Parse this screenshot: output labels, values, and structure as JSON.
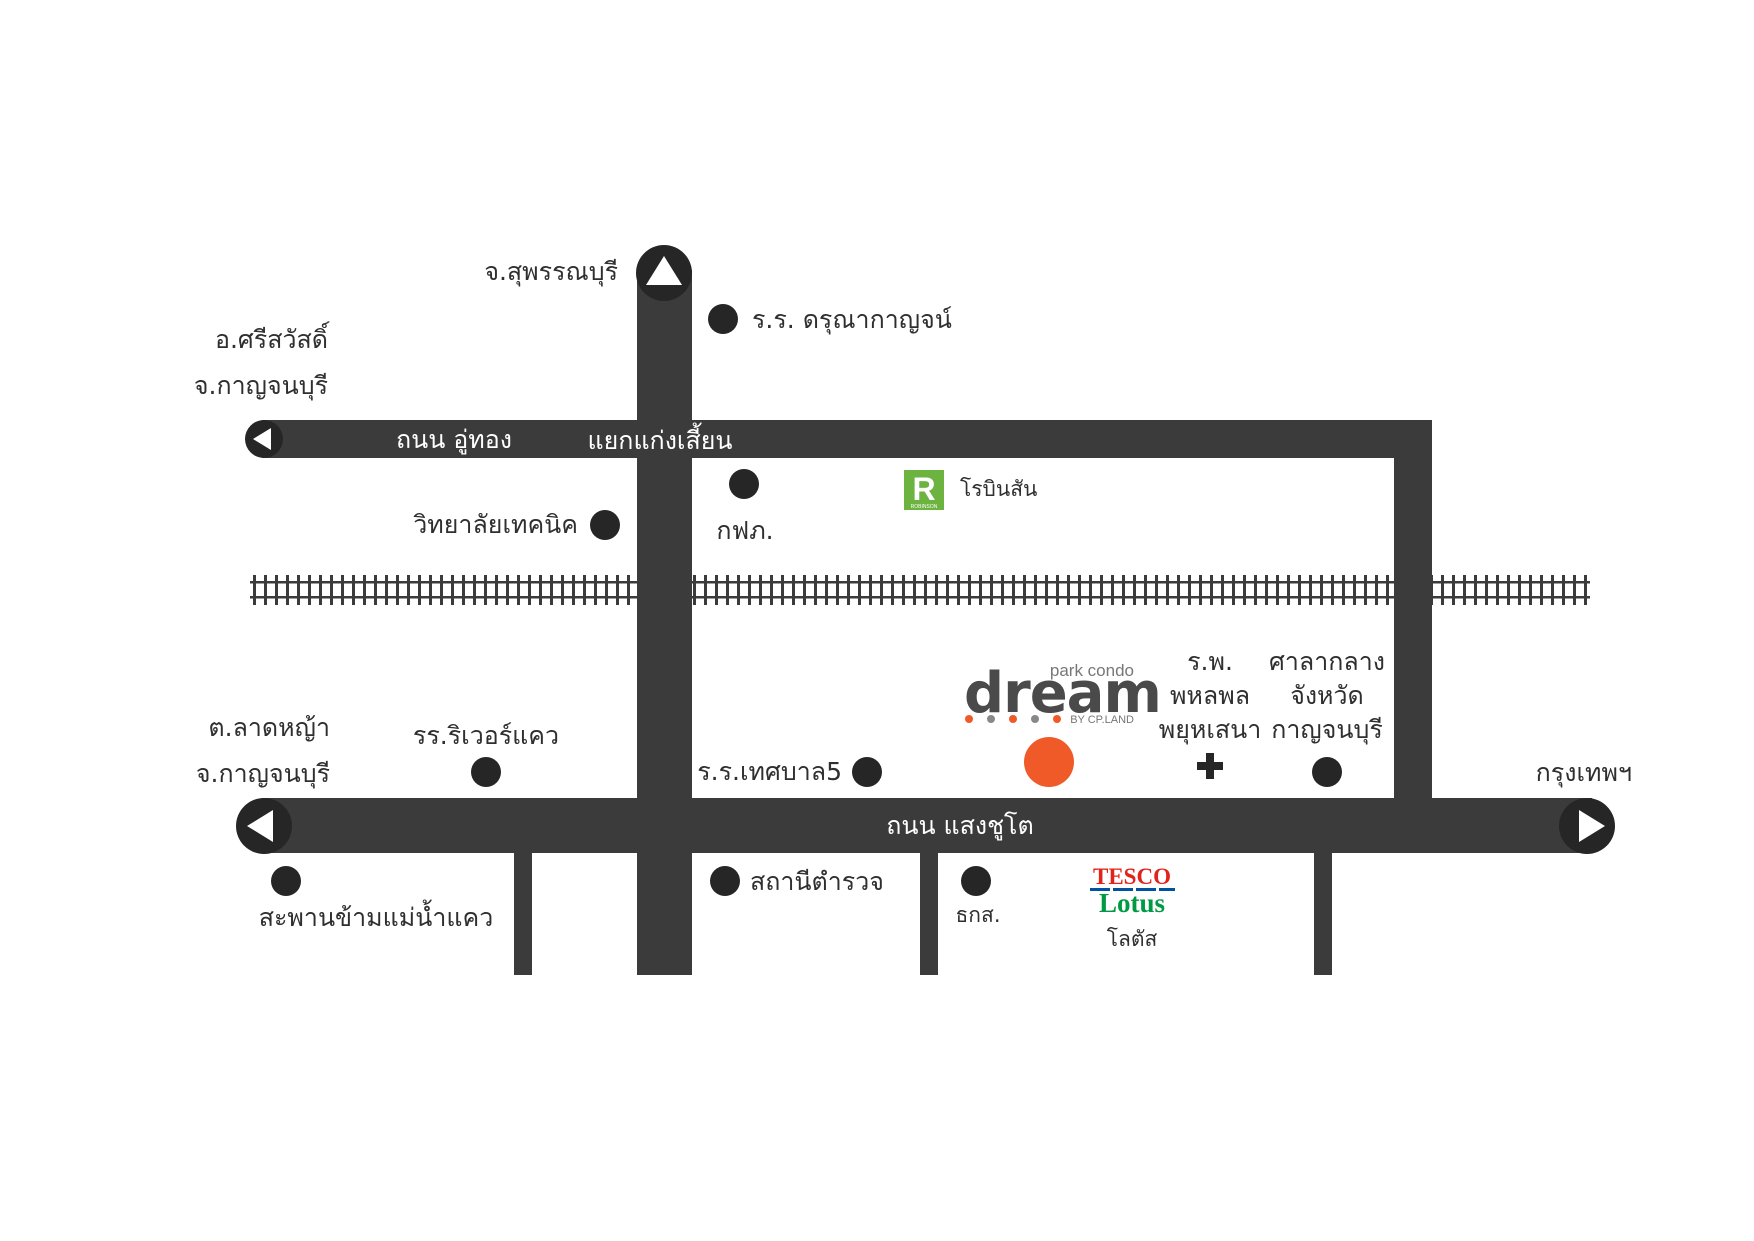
{
  "roads": {
    "u_thong": "ถนน อู่ทอง",
    "saeng_chuto": "ถนน แสงชูโต",
    "junction": "แยกแก่งเสี้ยน"
  },
  "destinations": {
    "north": "จ.สุพรรณบุรี",
    "west_upper_line1": "อ.ศรีสวัสดิ์",
    "west_upper_line2": "จ.กาญจนบุรี",
    "west_lower_line1": "ต.ลาดหญ้า",
    "west_lower_line2": "จ.กาญจนบุรี",
    "east": "กรุงเทพฯ"
  },
  "places": {
    "darunakanchana_school": "ร.ร. ดรุณากาญจน์",
    "technical_college": "วิทยาลัยเทคนิค",
    "pea": "กฟภ.",
    "robinson": "โรบินสัน",
    "river_kwai_hotel": "รร.ริเวอร์แคว",
    "thesaban5_school": "ร.ร.เทศบาล5",
    "hospital_line1": "ร.พ.",
    "hospital_line2": "พหลพล",
    "hospital_line3": "พยุหเสนา",
    "city_hall_line1": "ศาลากลาง",
    "city_hall_line2": "จังหวัด",
    "city_hall_line3": "กาญจนบุรี",
    "bridge": "สะพานข้ามแม่น้ำแคว",
    "police_station": "สถานีตำรวจ",
    "baac": "ธกส.",
    "lotus": "โลตัส"
  },
  "logos": {
    "robinson_mark": "R",
    "robinson_word": "ROBINSON",
    "dream_small": "park condo",
    "dream_main": "dream",
    "dream_by": "BY CP.LAND",
    "tesco_word": "TESCO",
    "lotus_word": "Lotus"
  },
  "colors": {
    "road": "#3b3b3b",
    "marker": "#262626",
    "project_marker": "#f05a28",
    "robinson_green": "#6cb33f",
    "tesco_red": "#e2231a",
    "tesco_blue": "#00539f",
    "lotus_green": "#009a44"
  }
}
